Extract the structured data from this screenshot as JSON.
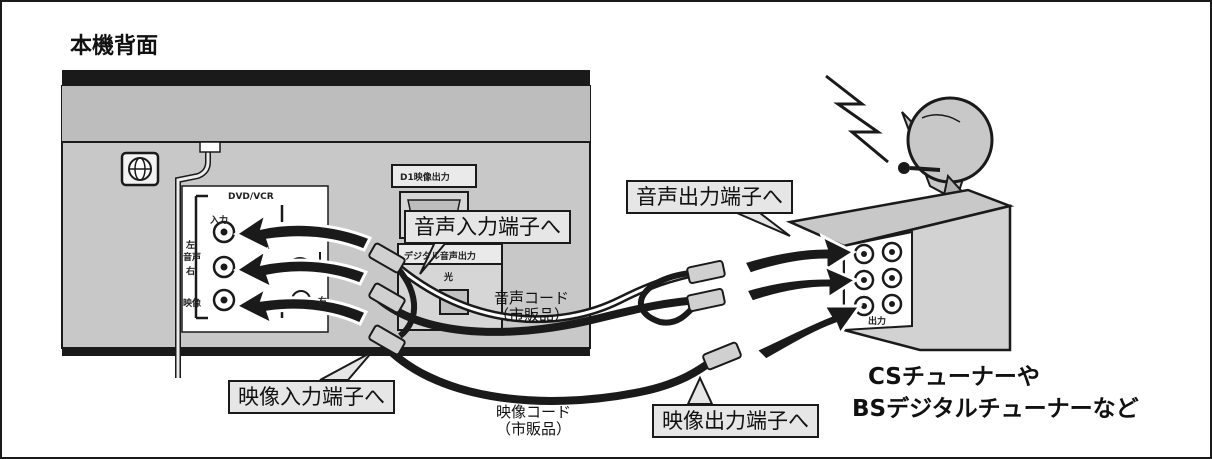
{
  "title": "本機背面",
  "panel": {
    "dvd_vcr": "DVD/VCR",
    "in_label": "入力",
    "left": "左",
    "audio": "音声",
    "right": "右",
    "video": "映像",
    "right_small": "右",
    "d1_out": "D1映像出力",
    "digital_audio_out": "デジタル音声出力",
    "optical": "光"
  },
  "callouts": {
    "audio_in": "音声入力端子へ",
    "audio_out": "音声出力端子へ",
    "video_in": "映像入力端子へ",
    "video_out": "映像出力端子へ"
  },
  "cables": {
    "audio_cord": "音声コード",
    "audio_cord_note": "（市販品）",
    "video_cord": "映像コード",
    "video_cord_note": "（市販品）"
  },
  "tuner": {
    "output": "出力",
    "line1": "CSチューナーや",
    "line2": "BSデジタルチューナーなど"
  },
  "colors": {
    "panel": "#c8c8c8",
    "panel_dark": "#b4b4b4",
    "callout_bg": "#e6e6e6",
    "ink": "#1a1a1a"
  }
}
